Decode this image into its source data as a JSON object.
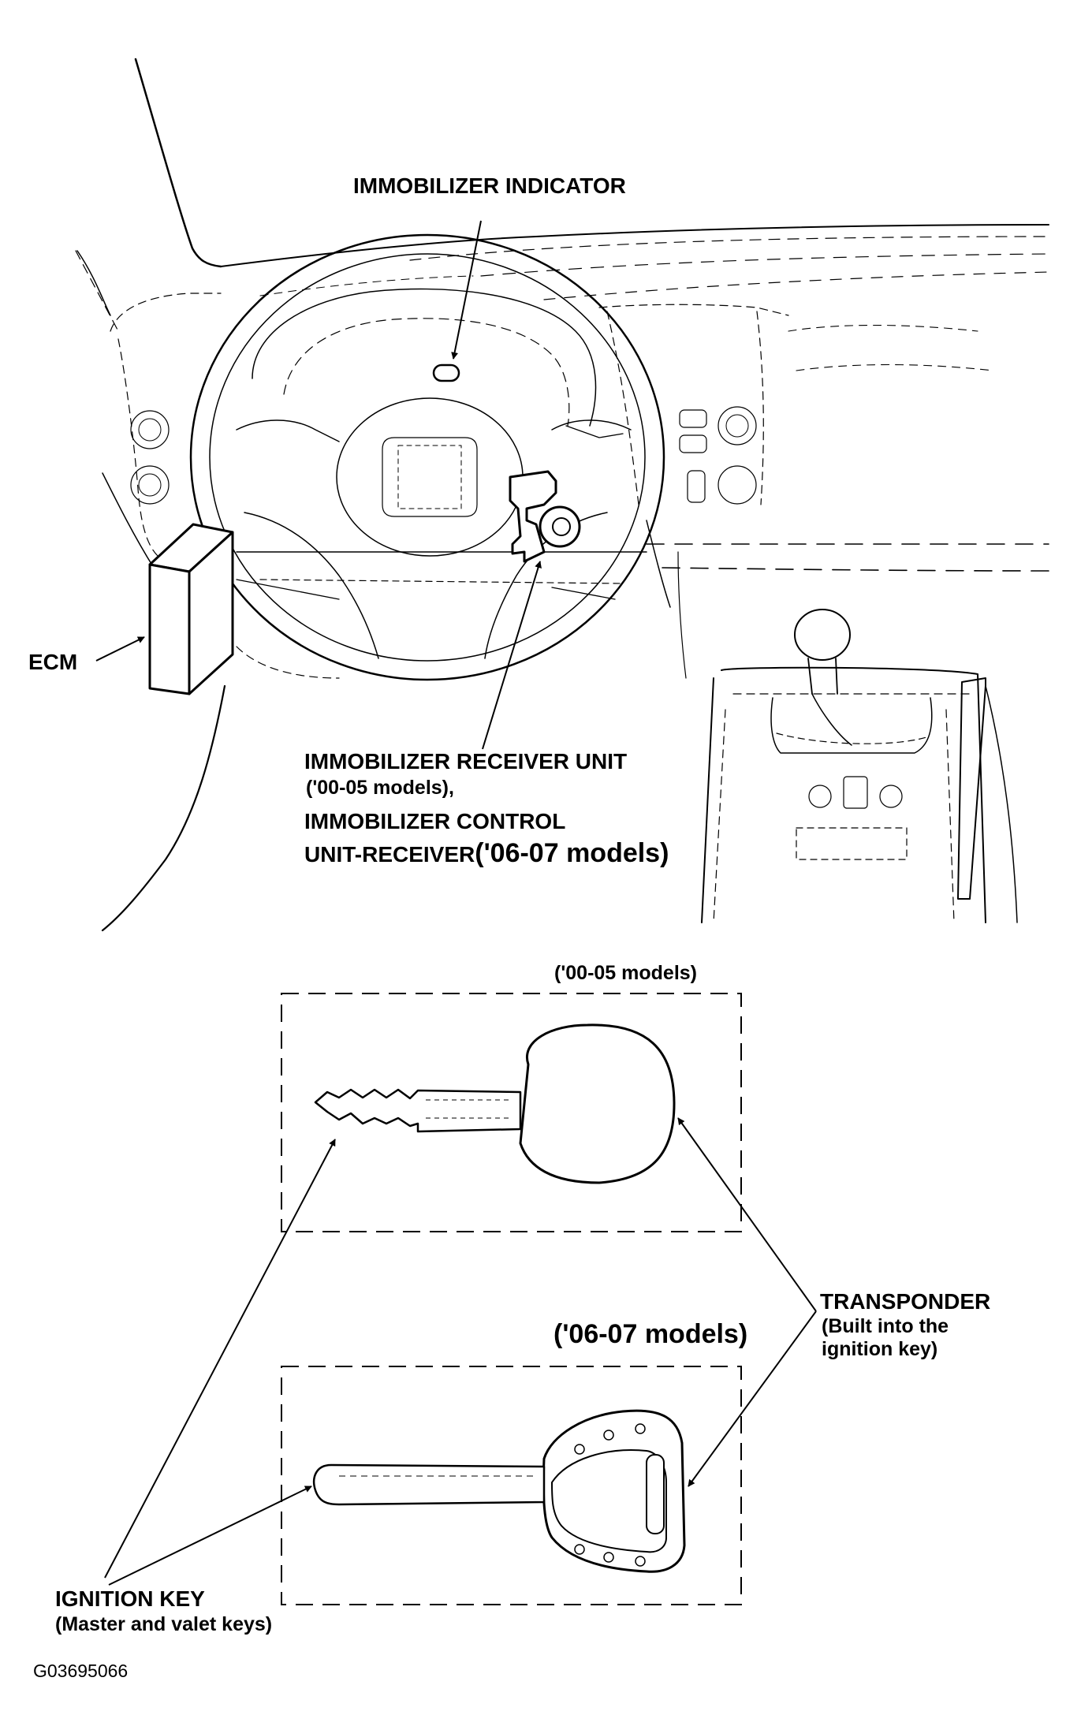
{
  "labels": {
    "immobilizer_indicator": "IMMOBILIZER INDICATOR",
    "ecm": "ECM",
    "receiver_line1": "IMMOBILIZER RECEIVER UNIT",
    "receiver_line2": "('00-05 models),",
    "receiver_line3": "IMMOBILIZER CONTROL",
    "receiver_line4a": "UNIT-RECEIVER",
    "receiver_line4b": "('06-07 models)",
    "models_0005": "('00-05 models)",
    "models_0607": "('06-07 models)",
    "transponder_line1": "TRANSPONDER",
    "transponder_line2": "(Built into the",
    "transponder_line3": "ignition key)",
    "ignition_key_line1": "IGNITION KEY",
    "ignition_key_line2": "(Master and valet keys)",
    "figure_code": "G03695066"
  },
  "colors": {
    "ink": "#000000",
    "background": "#ffffff"
  }
}
